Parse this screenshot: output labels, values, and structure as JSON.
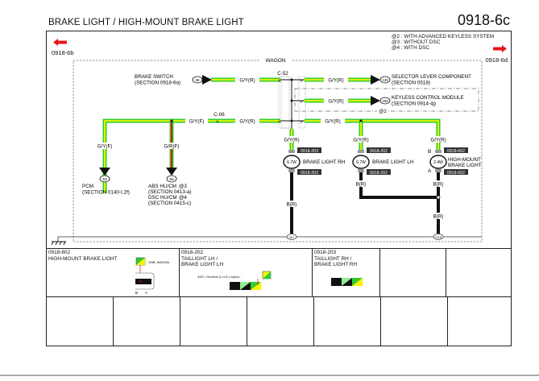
{
  "header": {
    "title": "BRAKE LIGHT / HIGH-MOUNT BRAKE LIGHT",
    "page_number": "0918-6c",
    "prev_page": {
      "label": "0918-6b",
      "icon": "arrow-left-icon",
      "color": "#e8141c"
    },
    "next_page": {
      "label": "0918-6d",
      "icon": "arrow-right-icon",
      "color": "#e8141c"
    }
  },
  "legend": [
    "@2 : WITH ADVANCED KEYLESS SYSTEM",
    "@3 : WITHOUT DSC",
    "@4 : WITH DSC"
  ],
  "diagram": {
    "boundary_label": "WAGON",
    "wire_colors": {
      "green": "#32cd32",
      "yellow": "#f5f500",
      "red": "#e01010",
      "black": "#111111"
    },
    "connectors": {
      "c52": "C-52",
      "c06": "C-06"
    },
    "option_tag": "@2",
    "components": {
      "brake_switch": {
        "name": "BRAKE SWITCH",
        "section": "(SECTION 0918-6a)",
        "pin": "58"
      },
      "selector_lever": {
        "name": "SELECTOR LEVER COMPONENT",
        "section": "(SECTION 0518)",
        "pin": "135"
      },
      "keyless": {
        "name": "KEYLESS CONTROL MODULE",
        "section": "(SECTION 0914-4j)",
        "pin": "168"
      },
      "pcm": {
        "name": "PCM",
        "section": "(SECTION 0140-I,2f)",
        "pin": "53"
      },
      "abs": {
        "name": "ABS HU/CM",
        "tag": "@3",
        "section": "(SECTION 0413-a)",
        "pin": "55"
      },
      "dsc": {
        "name": "DSC HU/CM",
        "tag": "@4",
        "section": "(SECTION 0415-c)"
      },
      "brake_rh": {
        "name": "BRAKE LIGHT RH",
        "watt": "6.7W",
        "conn": "0918-203"
      },
      "brake_lh": {
        "name": "BRAKE LIGHT LH",
        "watt": "6.7W",
        "conn": "0918-202"
      },
      "high_mount": {
        "name1": "HIGH-MOUNT",
        "name2": "BRAKE LIGHT",
        "watt": "2.4W",
        "conn": "0918-602",
        "pin_top": "B",
        "pin_bottom": "A"
      }
    },
    "wire_labels": {
      "gyr": "G/Y(R)",
      "gyf": "G/Y(F)",
      "grf": "G/R(F)",
      "br": "B(R)"
    },
    "grounds": {
      "g1": "0U7",
      "g2": "0118"
    }
  },
  "connector_table": {
    "cells": [
      {
        "code": "0918-602",
        "name": "HIGH-MOUNT BRAKE LIGHT",
        "note": ": SHB, WAGON",
        "pins": [
          "B",
          "A"
        ]
      },
      {
        "code": "0918-202",
        "name": "TAILLIGHT LH /",
        "name2": "BRAKE LIGHT LH",
        "note": "4SD / General (L.H.D.) specs. :"
      },
      {
        "code": "0918-203",
        "name": "TAILLIGHT RH /",
        "name2": "BRAKE LIGHT RH"
      }
    ]
  }
}
